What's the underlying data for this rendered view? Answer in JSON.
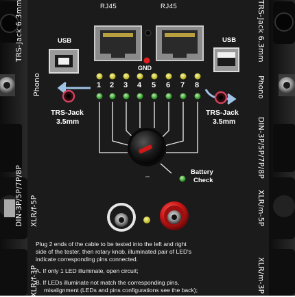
{
  "device": {
    "rj45_left_label": "RJ45",
    "rj45_right_label": "RJ45",
    "usb_left_label": "USB",
    "usb_right_label": "USB",
    "gnd_label": "GND",
    "pin_numbers": [
      "1",
      "2",
      "3",
      "4",
      "5",
      "6",
      "7",
      "8"
    ],
    "phono_left_label": "Phono",
    "phono_right_label": "Phono",
    "trs_left_label_line1": "TRS-Jack",
    "trs_left_label_line2": "3.5mm",
    "trs_right_label_line1": "TRS-Jack",
    "trs_right_label_line2": "3.5mm",
    "battery_label_line1": "Battery",
    "battery_label_line2": "Check",
    "side_left": {
      "trs_63": "TRS-Jack 6.3mm",
      "din": "DIN-3P/5P/7P/8P",
      "xlr_5p": "XLR/f-5P",
      "xlr_3p": "XLR/f-3P"
    },
    "side_right": {
      "trs_63": "TRS-Jack 6.3mm",
      "din": "DIN-3P/5P/7P/8P",
      "xlr_5p": "XLR/m-5P",
      "xlr_3p": "XLR/m-3P"
    }
  },
  "instructions": {
    "line1": "Plug 2 ends of the cable to be tested into the left and right",
    "line2": "side of the tester, then rotary knob, illuminated pair of LED's",
    "line3": "indicate corresponding pins connected.",
    "line4": "A. If only 1 LED illuminate,  open circuit;",
    "line5": "B. If LEDs illuminate not match the corresponding pins,",
    "line6": "misalignment (LEDs and pins configurations see the back);"
  },
  "colors": {
    "panel": "#1b1b1b",
    "led_yellow": "#e8e23a",
    "led_green": "#3fc23a",
    "led_red": "#e02020",
    "arrow_blue": "#9fc3e6",
    "binding_red": "#d01818"
  }
}
